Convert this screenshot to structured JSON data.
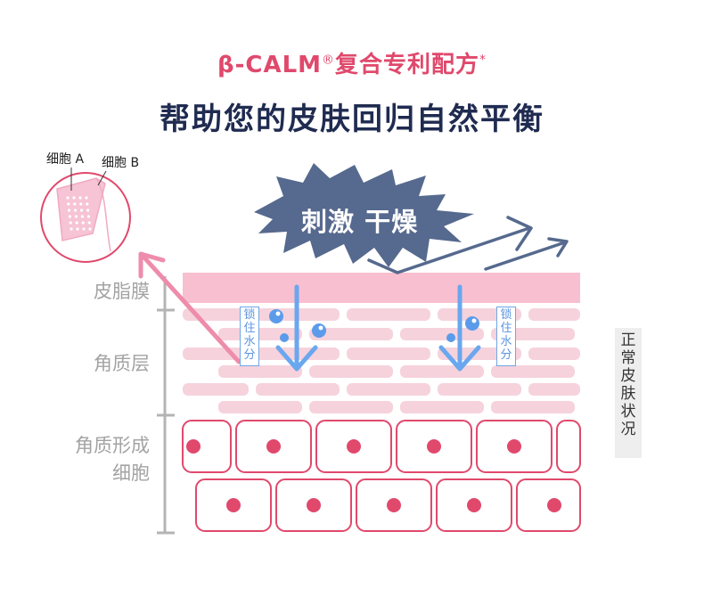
{
  "header": {
    "brand": "β-CALM",
    "reg": "®",
    "brand_suffix": "复合专利配方",
    "asterisk": "*",
    "subtitle": "帮助您的皮肤回归自然平衡"
  },
  "irritants": {
    "text": "刺激 干燥"
  },
  "cells_inset": {
    "cell_a": "细胞 A",
    "cell_b": "细胞 B"
  },
  "layers": {
    "sebum": "皮脂膜",
    "stratum": "角质层",
    "forming_line1": "角质形成",
    "forming_line2": "细胞"
  },
  "lock_water": [
    "锁",
    "住",
    "水",
    "分"
  ],
  "side_tag": [
    "正",
    "常",
    "皮",
    "肤",
    "状",
    "况"
  ],
  "colors": {
    "accent": "#e0496c",
    "title_dark": "#1f2b50",
    "burst": "#56698e",
    "sebum_pink": "#f8bfd0",
    "brick_pink": "#f6d2dc",
    "cell_border": "#e0496c",
    "water_blue": "#5b9bea"
  }
}
